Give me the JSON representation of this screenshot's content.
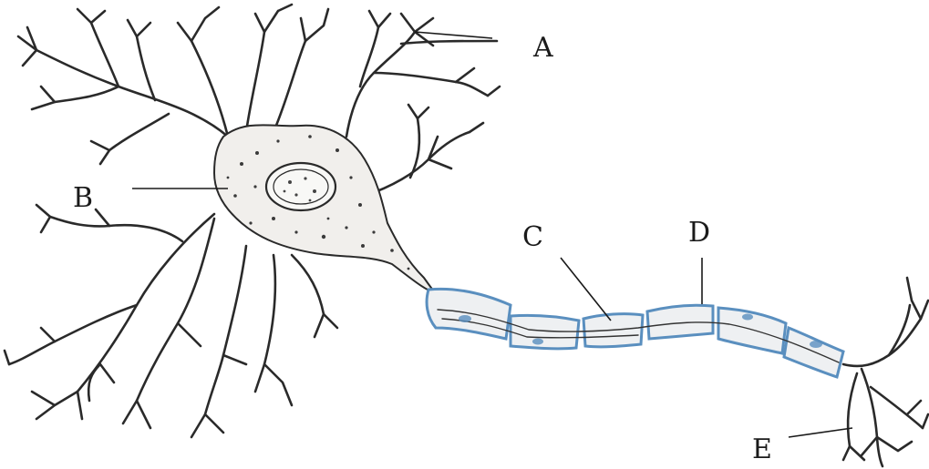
{
  "labels": {
    "a": "A",
    "b": "B",
    "c": "C",
    "d": "D",
    "e": "E"
  },
  "colors": {
    "ink": "#2a2a2a",
    "myelin_outline": "#5a8fbf",
    "myelin_fill": "#eef0f2",
    "background": "#ffffff"
  }
}
